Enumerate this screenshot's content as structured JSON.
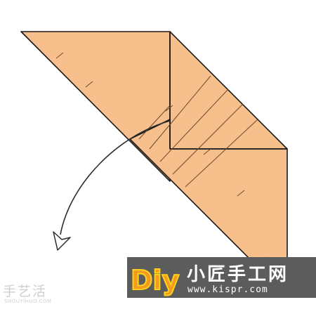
{
  "colors": {
    "paper": "#f7bf8b",
    "outline": "#1a1a1a",
    "crease": "#6b4a30",
    "arrow": "#2b2b2b",
    "banner_bg": "#5c5c5c",
    "logo_orange": "#f39a1f",
    "logo_yellow": "#ffd21a"
  },
  "watermark_left": {
    "main": "手艺活",
    "sub": "SHOUYIHUO.COM"
  },
  "banner": {
    "logo": "Diy",
    "title": "小匠手工网",
    "url": "www.kispr.com"
  }
}
